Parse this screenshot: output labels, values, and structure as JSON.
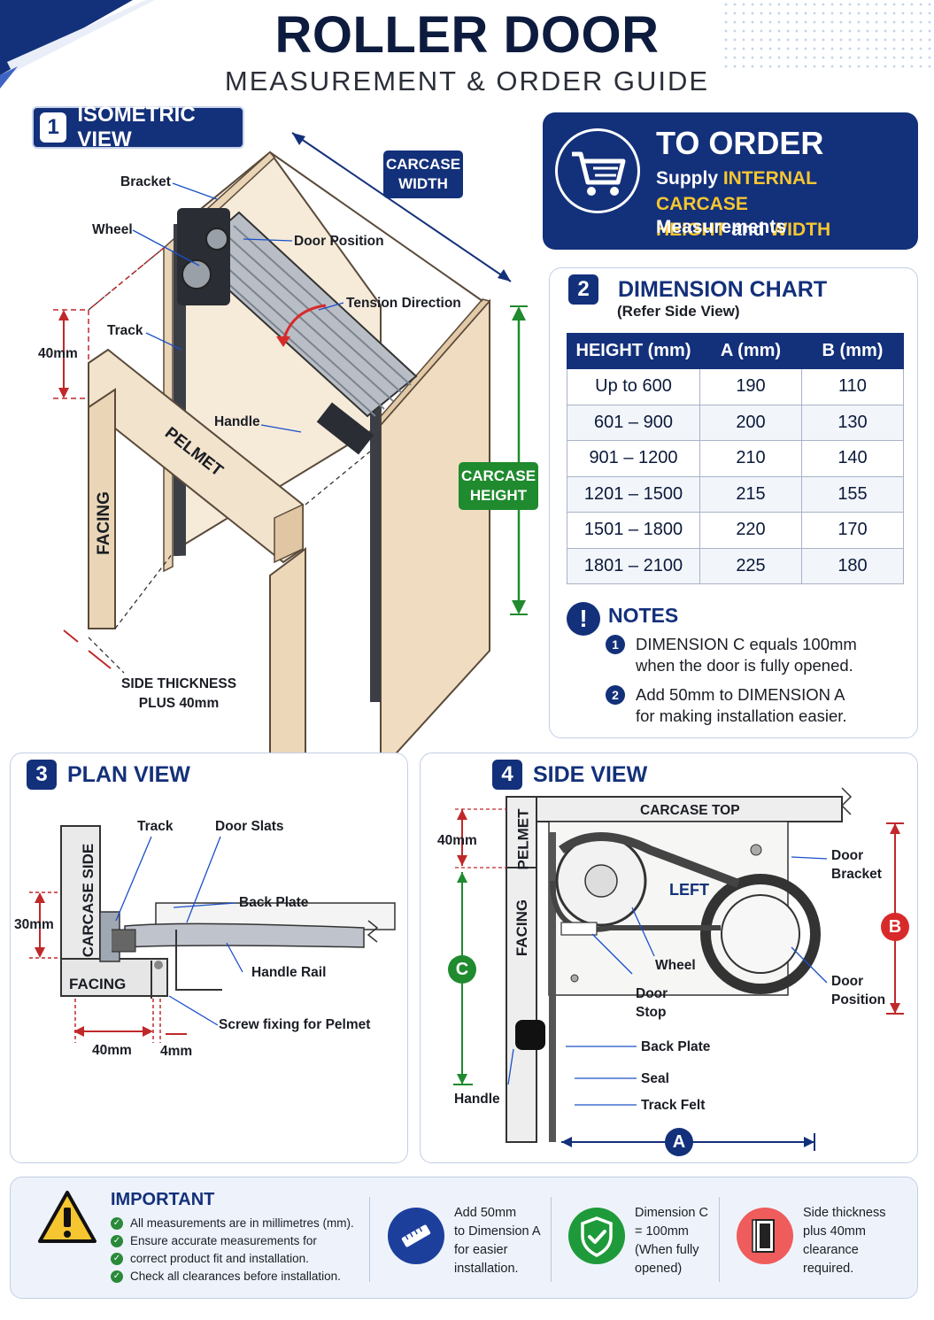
{
  "header": {
    "title": "ROLLER DOOR",
    "subtitle": "MEASUREMENT & ORDER GUIDE"
  },
  "sections": {
    "iso": {
      "num": "1",
      "title": "ISOMETRIC VIEW"
    },
    "dim": {
      "num": "2",
      "title": "DIMENSION CHART",
      "subtitle": "(Refer Side View)"
    },
    "plan": {
      "num": "3",
      "title": "PLAN VIEW"
    },
    "side": {
      "num": "4",
      "title": "SIDE VIEW"
    }
  },
  "iso_labels": {
    "bracket": "Bracket",
    "wheel": "Wheel",
    "door_position": "Door Position",
    "tension_direction": "Tension Direction",
    "track": "Track",
    "dim_40mm": "40mm",
    "handle": "Handle",
    "pelmet": "PELMET",
    "facing": "FACING",
    "side_thickness_1": "SIDE THICKNESS",
    "side_thickness_2": "PLUS 40mm",
    "carcase_width_1": "CARCASE",
    "carcase_width_2": "WIDTH",
    "carcase_height_1": "CARCASE",
    "carcase_height_2": "HEIGHT"
  },
  "order": {
    "title": "TO ORDER",
    "line1_a": "Supply ",
    "line1_b": "INTERNAL CARCASE",
    "line2_a": "HEIGHT",
    "line2_b": " and ",
    "line2_c": "WIDTH",
    "line3": "Measurements",
    "icon": "shopping-cart-icon"
  },
  "dimension_table": {
    "headers": [
      "HEIGHT (mm)",
      "A (mm)",
      "B (mm)"
    ],
    "rows": [
      [
        "Up to 600",
        "190",
        "110"
      ],
      [
        "601 – 900",
        "200",
        "130"
      ],
      [
        "901 – 1200",
        "210",
        "140"
      ],
      [
        "1201 – 1500",
        "215",
        "155"
      ],
      [
        "1501 – 1800",
        "220",
        "170"
      ],
      [
        "1801 – 2100",
        "225",
        "180"
      ]
    ]
  },
  "notes": {
    "title": "NOTES",
    "items": [
      {
        "num": "1",
        "line1": "DIMENSION C equals 100mm",
        "line2": "when the door is fully opened."
      },
      {
        "num": "2",
        "line1": "Add 50mm to DIMENSION A",
        "line2": "for making installation easier."
      }
    ]
  },
  "plan_labels": {
    "carcase_side": "CARCASE SIDE",
    "track": "Track",
    "door_slats": "Door Slats",
    "back_plate": "Back Plate",
    "dim_30mm": "30mm",
    "handle_rail": "Handle Rail",
    "facing": "FACING",
    "screw_fixing": "Screw fixing for Pelmet",
    "dim_40mm": "40mm",
    "dim_4mm": "4mm"
  },
  "side_labels": {
    "carcase_top": "CARCASE TOP",
    "pelmet": "PELMET",
    "facing": "FACING",
    "dim_40mm": "40mm",
    "door_bracket_1": "Door",
    "door_bracket_2": "Bracket",
    "left": "LEFT",
    "wheel": "Wheel",
    "door_stop_1": "Door",
    "door_stop_2": "Stop",
    "door_position_1": "Door",
    "door_position_2": "Position",
    "back_plate": "Back Plate",
    "seal": "Seal",
    "track_felt": "Track Felt",
    "handle": "Handle",
    "dim_a": "A",
    "dim_b": "B",
    "dim_c": "C"
  },
  "important": {
    "title": "IMPORTANT",
    "items": [
      "All measurements are in millimetres (mm).",
      "Ensure accurate measurements for",
      "correct product fit and installation.",
      "Check all clearances before installation."
    ],
    "tips": [
      {
        "icon": "tape-measure-icon",
        "lines": [
          "Add 50mm",
          "to Dimension A",
          "for easier",
          "installation."
        ]
      },
      {
        "icon": "shield-check-icon",
        "lines": [
          "Dimension C",
          "= 100mm",
          "(When fully",
          "opened)"
        ]
      },
      {
        "icon": "door-clearance-icon",
        "lines": [
          "Side thickness",
          "plus 40mm",
          "clearance",
          "required."
        ]
      }
    ]
  },
  "colors": {
    "navy": "#13307a",
    "gold": "#f6c631",
    "green": "#1f8a2e",
    "red": "#d82a2a"
  }
}
